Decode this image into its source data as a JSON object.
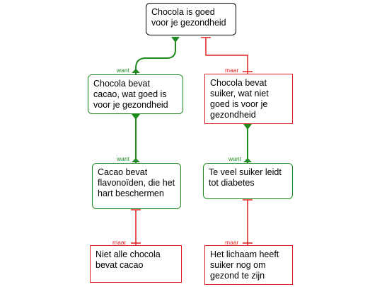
{
  "colors": {
    "support": "#1f8a1f",
    "objection": "#e02020",
    "claim": "#000000"
  },
  "nodes": {
    "root": "Chocola is goed voor je gezondheid",
    "reason_cacao": "Chocola bevat cacao, wat goed is voor je gezondheid",
    "objection_sugar": "Chocola bevat suiker, wat niet goed is voor je gezondheid",
    "reason_flavonoids": "Cacao bevat flavonoïden, die het hart beschermen",
    "reason_diabetes": "Te veel suiker leidt tot diabetes",
    "objection_not_all": "Niet alle chocola bevat cacao",
    "objection_body_needs": "Het lichaam heeft suiker nog om gezond te zijn"
  },
  "labels": {
    "want_1": "want",
    "maar_1": "maar",
    "want_2": "want",
    "want_3": "want",
    "maar_2": "maar",
    "maar_3": "maar"
  }
}
